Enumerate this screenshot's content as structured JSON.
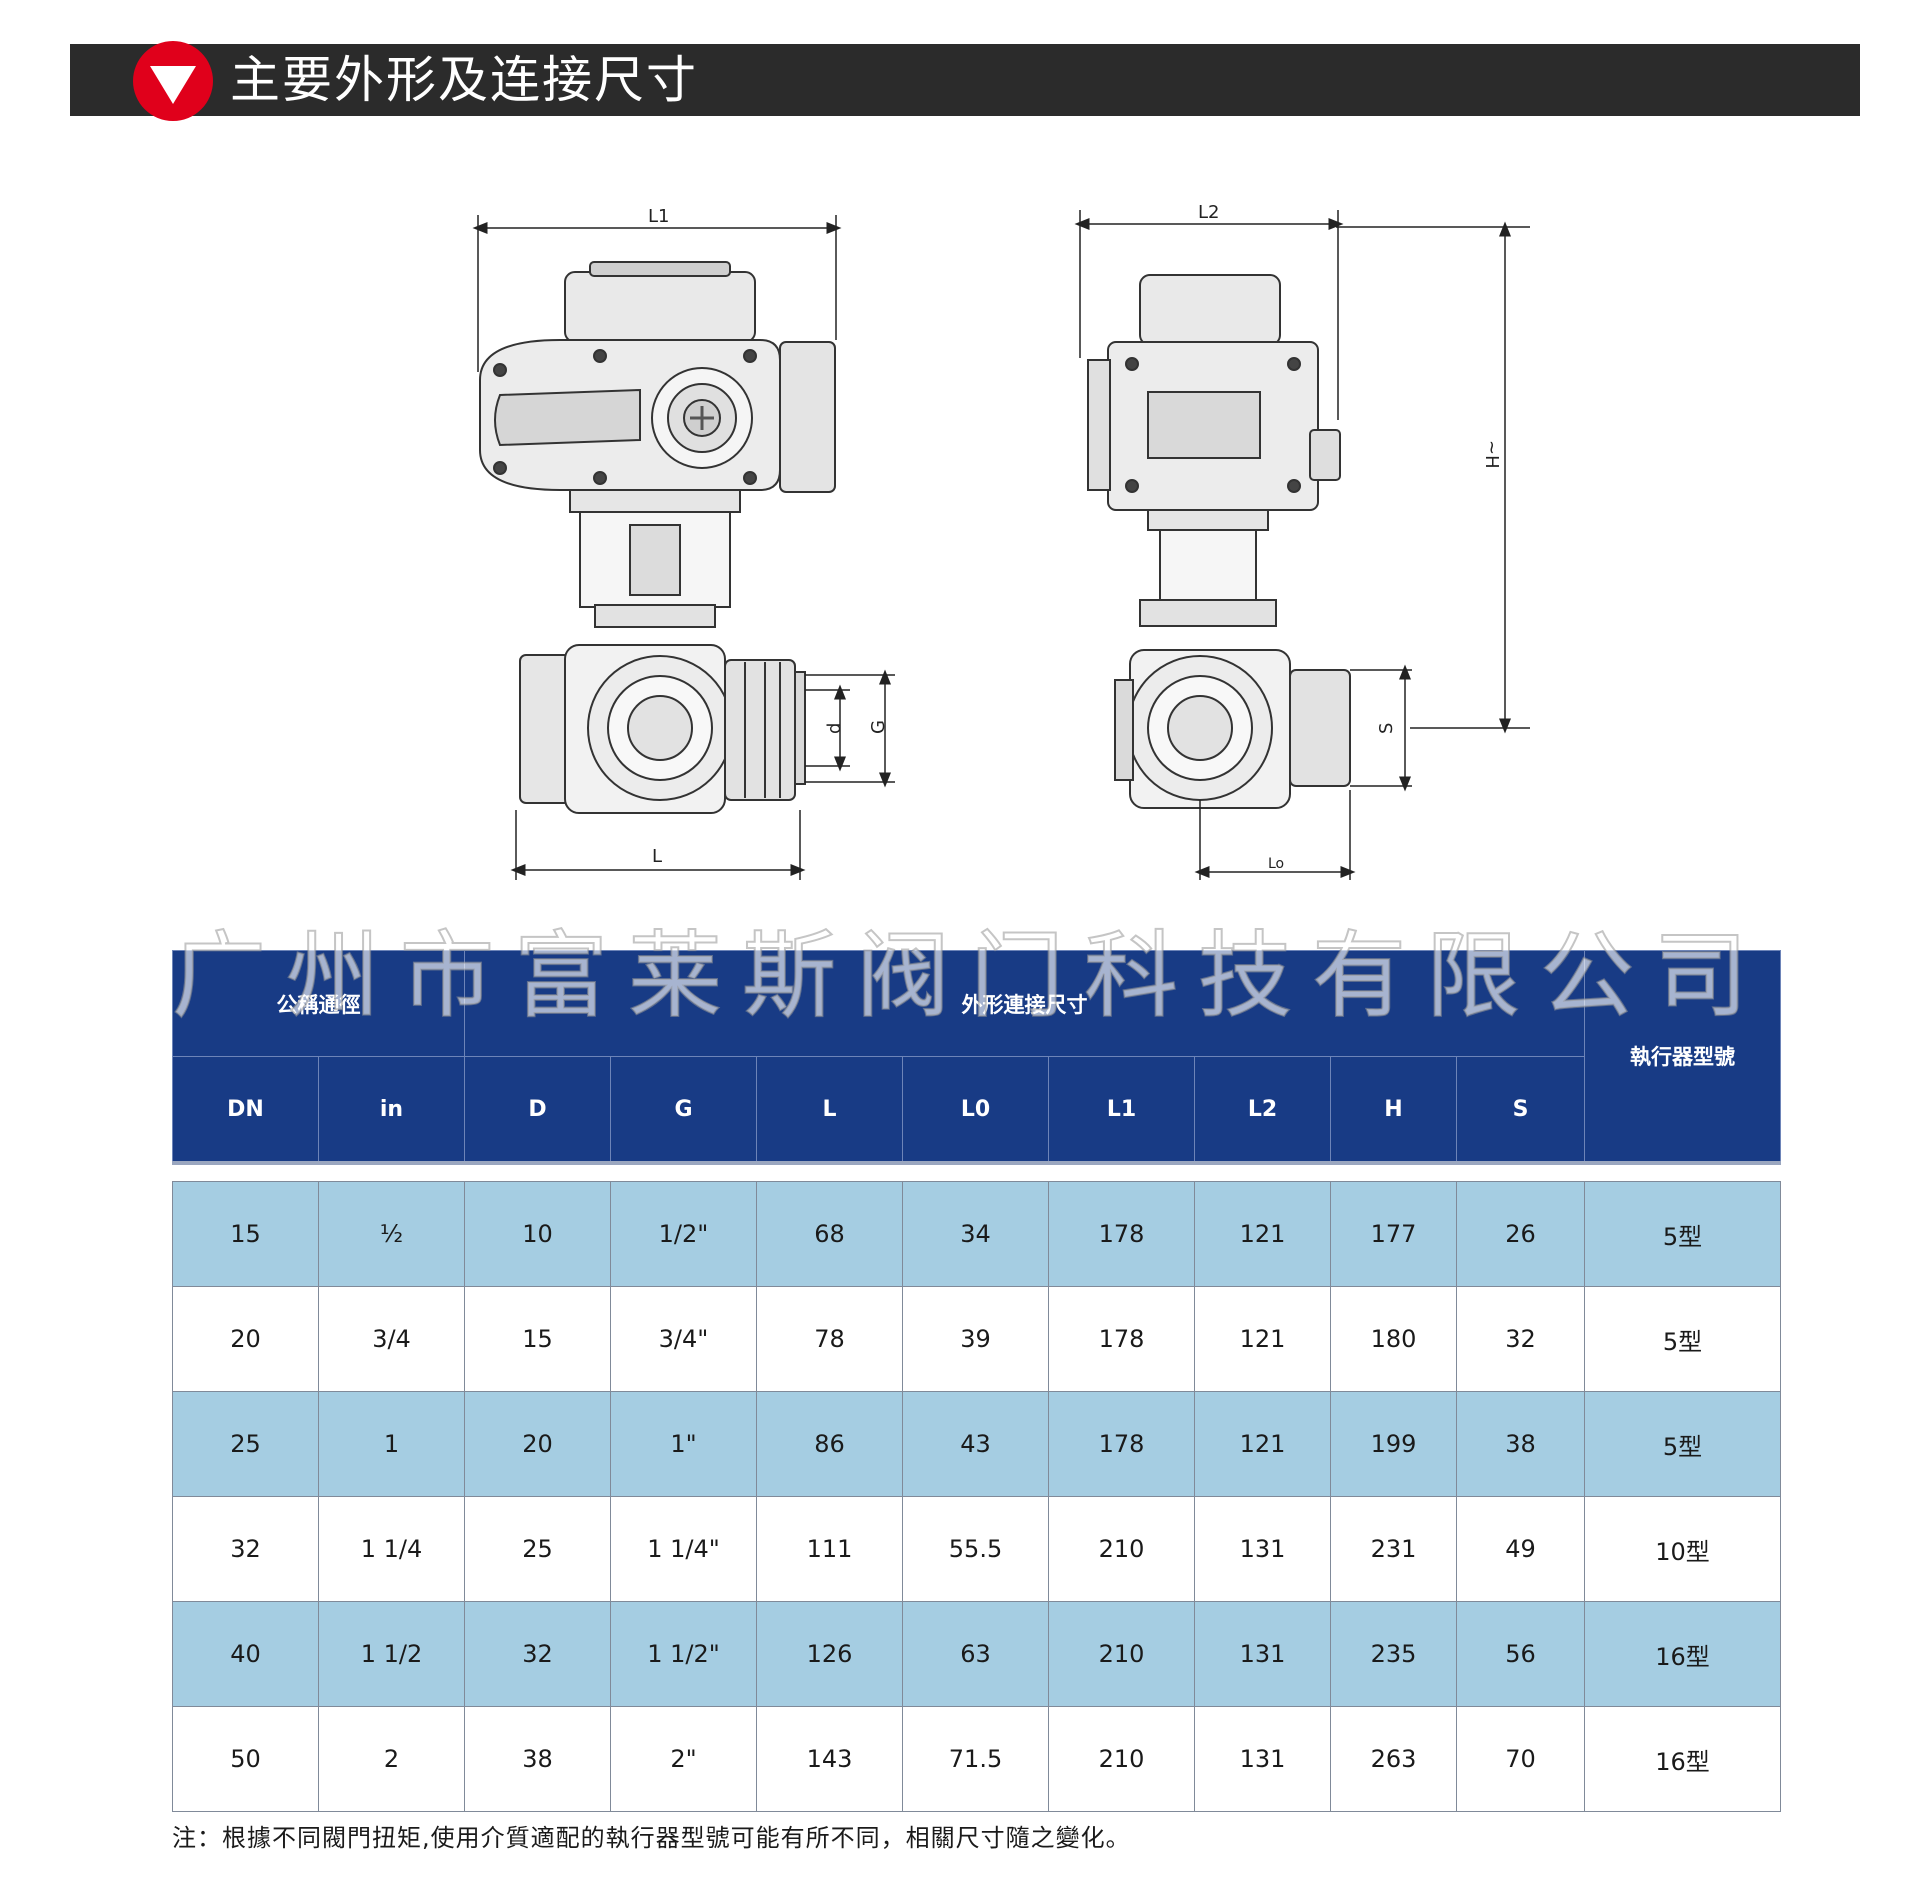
{
  "header": {
    "title": "主要外形及连接尺寸",
    "accent_color": "#e0001b",
    "bar_color": "#2b2b2b"
  },
  "drawing_front": {
    "label_L1": "L1",
    "label_L": "L",
    "label_d": "d",
    "label_G": "G"
  },
  "drawing_side": {
    "label_L2": "L2",
    "label_H": "~H",
    "label_S": "S",
    "label_L0": "Lo"
  },
  "watermark": "广州市富莱斯阀门科技有限公司",
  "table": {
    "group_headers": {
      "nominal": "公稱通徑",
      "dimensions": "外形連接尺寸",
      "actuator": "執行器型號"
    },
    "columns": [
      "DN",
      "in",
      "D",
      "G",
      "L",
      "L0",
      "L1",
      "L2",
      "H",
      "S"
    ],
    "rows": [
      {
        "dn": "15",
        "in": "½",
        "d": "10",
        "g": "1/2\"",
        "l": "68",
        "l0": "34",
        "l1": "178",
        "l2": "121",
        "h": "177",
        "s": "26",
        "actuator": "5型"
      },
      {
        "dn": "20",
        "in": "3/4",
        "d": "15",
        "g": "3/4\"",
        "l": "78",
        "l0": "39",
        "l1": "178",
        "l2": "121",
        "h": "180",
        "s": "32",
        "actuator": "5型"
      },
      {
        "dn": "25",
        "in": "1",
        "d": "20",
        "g": "1\"",
        "l": "86",
        "l0": "43",
        "l1": "178",
        "l2": "121",
        "h": "199",
        "s": "38",
        "actuator": "5型"
      },
      {
        "dn": "32",
        "in": "1 1/4",
        "d": "25",
        "g": "1 1/4\"",
        "l": "111",
        "l0": "55.5",
        "l1": "210",
        "l2": "131",
        "h": "231",
        "s": "49",
        "actuator": "10型"
      },
      {
        "dn": "40",
        "in": "1 1/2",
        "d": "32",
        "g": "1 1/2\"",
        "l": "126",
        "l0": "63",
        "l1": "210",
        "l2": "131",
        "h": "235",
        "s": "56",
        "actuator": "16型"
      },
      {
        "dn": "50",
        "in": "2",
        "d": "38",
        "g": "2\"",
        "l": "143",
        "l0": "71.5",
        "l1": "210",
        "l2": "131",
        "h": "263",
        "s": "70",
        "actuator": "16型"
      }
    ],
    "header_color": "#183b85",
    "band_color": "#a5cde2"
  },
  "note": "注：根據不同閥門扭矩,使用介質適配的執行器型號可能有所不同，相關尺寸隨之變化。"
}
